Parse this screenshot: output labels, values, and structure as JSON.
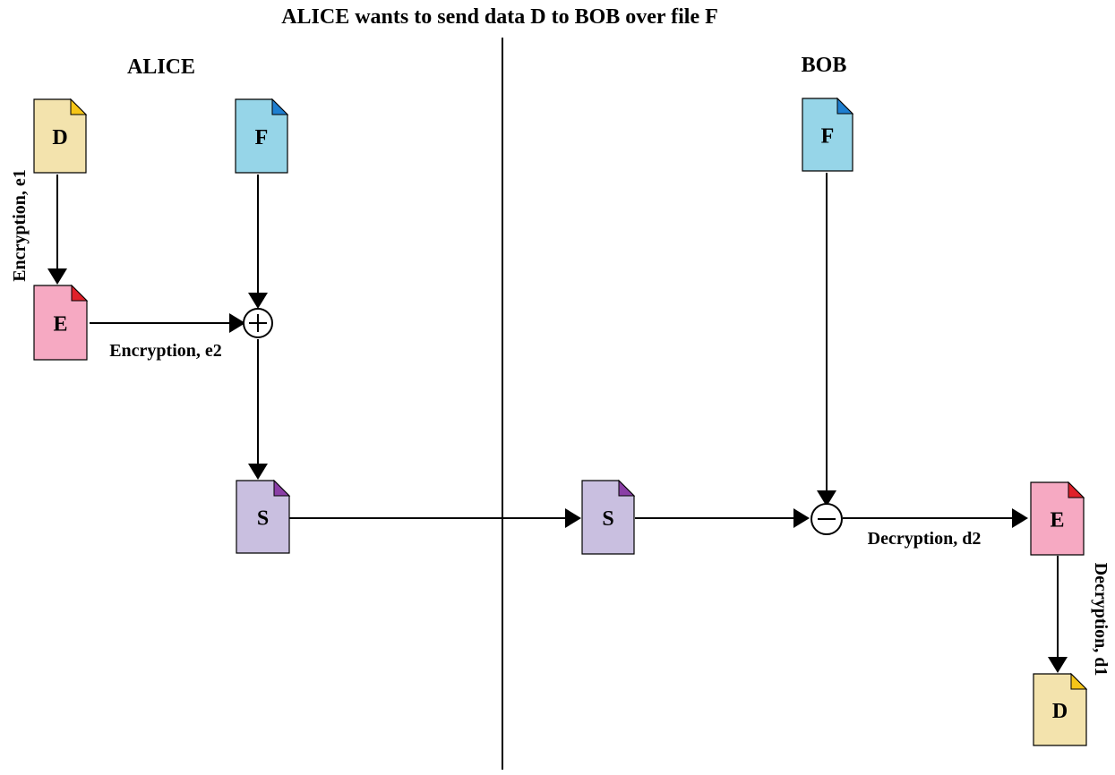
{
  "title": "ALICE wants to send data D to BOB over file F",
  "parties": {
    "alice": "ALICE",
    "bob": "BOB"
  },
  "documents": {
    "alice_data": {
      "letter": "D",
      "fill": "#f3e3ad",
      "corner": "#f5c518"
    },
    "alice_file": {
      "letter": "F",
      "fill": "#96d5e8",
      "corner": "#1f7fd0"
    },
    "alice_encrypted": {
      "letter": "E",
      "fill": "#f6a9c2",
      "corner": "#e0202a"
    },
    "alice_stego": {
      "letter": "S",
      "fill": "#c9bfe0",
      "corner": "#8a3fa6"
    },
    "bob_file": {
      "letter": "F",
      "fill": "#96d5e8",
      "corner": "#1f7fd0"
    },
    "bob_stego": {
      "letter": "S",
      "fill": "#c9bfe0",
      "corner": "#8a3fa6"
    },
    "bob_encrypted": {
      "letter": "E",
      "fill": "#f6a9c2",
      "corner": "#e0202a"
    },
    "bob_data": {
      "letter": "D",
      "fill": "#f3e3ad",
      "corner": "#f5c518"
    }
  },
  "operators": {
    "combine": "plus",
    "extract": "minus"
  },
  "edge_labels": {
    "encryption_e1": "Encryption, e1",
    "encryption_e2": "Encryption, e2",
    "decryption_d2": "Decryption, d2",
    "decryption_d1": "Decryption, d1"
  }
}
